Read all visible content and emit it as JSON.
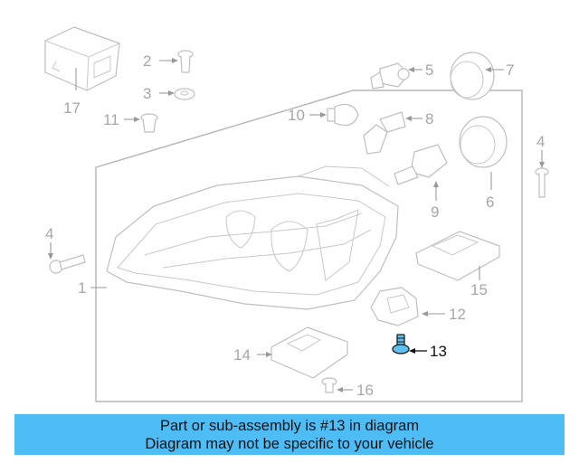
{
  "diagram": {
    "callouts": {
      "c1": "1",
      "c2": "2",
      "c3": "3",
      "c4a": "4",
      "c4b": "4",
      "c5": "5",
      "c6": "6",
      "c7": "7",
      "c8": "8",
      "c9": "9",
      "c10": "10",
      "c11": "11",
      "c12": "12",
      "c13": "13",
      "c14": "14",
      "c15": "15",
      "c16": "16",
      "c17": "17"
    },
    "highlight_color": "#5ec0ee",
    "highlighted_part": "13"
  },
  "caption": {
    "line1": "Part or sub-assembly is #13 in diagram",
    "line2": "Diagram may not be specific to your vehicle",
    "background": "#4fbdf5"
  }
}
